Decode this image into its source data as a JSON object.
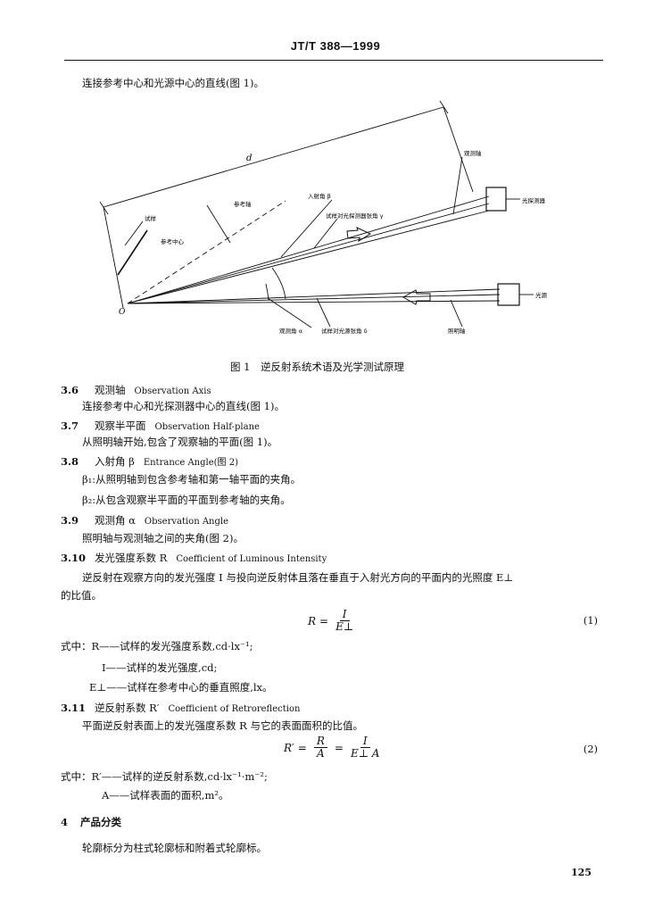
{
  "header": {
    "doc_code": "JT/T 388—1999"
  },
  "intro_line": "连接参考中心和光源中心的直线(图 1)。",
  "figure": {
    "caption": "图 1　逆反射系统术语及光学测试原理",
    "labels": {
      "d": "d",
      "observation_axis": "观测轴",
      "photometer": "光探测器",
      "reference_axis": "参考轴",
      "entrance_angle": "入射角 β",
      "sample": "试样",
      "sample_to_photometer": "试样对光探测器张角 γ",
      "reference_center": "参考中心",
      "origin": "O",
      "light_source": "光源",
      "observation_angle": "观测角 α",
      "sample_to_source": "试样对光源张角 δ",
      "illumination_axis": "照明轴"
    }
  },
  "sections": [
    {
      "num": "3.6",
      "title": "观测轴",
      "en": "Observation Axis",
      "body": [
        "连接参考中心和光探测器中心的直线(图 1)。"
      ]
    },
    {
      "num": "3.7",
      "title": "观察半平面",
      "en": "Observation Half-plane",
      "body": [
        "从照明轴开始,包含了观察轴的平面(图 1)。"
      ]
    },
    {
      "num": "3.8",
      "title": "入射角 β",
      "en": "Entrance Angle(图 2)",
      "body": [
        "β₁:从照明轴到包含参考轴和第一轴平面的夹角。",
        "β₂:从包含观察半平面的平面到参考轴的夹角。"
      ]
    },
    {
      "num": "3.9",
      "title": "观测角 α",
      "en": "Observation Angle",
      "body": [
        "照明轴与观测轴之间的夹角(图 2)。"
      ]
    },
    {
      "num": "3.10",
      "title": "发光强度系数 R",
      "en": "Coefficient of Luminous Intensity",
      "body": [
        "逆反射在观察方向的发光强度 I 与投向逆反射体且落在垂直于入射光方向的平面内的光照度 E⊥",
        "的比值。"
      ]
    }
  ],
  "eq1": {
    "lhs": "R",
    "num": "I",
    "den": "E⊥",
    "no": "(1)"
  },
  "where1": [
    "式中：R——试样的发光强度系数,cd·lx⁻¹;",
    "I——试样的发光强度,cd;",
    "E⊥——试样在参考中心的垂直照度,lx。"
  ],
  "sec311": {
    "num": "3.11",
    "title": "逆反射系数 R′",
    "en": "Coefficient of Retroreflection",
    "body": "平面逆反射表面上的发光强度系数 R 与它的表面面积的比值。"
  },
  "eq2": {
    "lhs": "R′",
    "num1": "R",
    "den1": "A",
    "num2": "I",
    "den2": "E⊥ A",
    "no": "(2)"
  },
  "where2": [
    "式中：R′——试样的逆反射系数,cd·lx⁻¹·m⁻²;",
    "A——试样表面的面积,m²。"
  ],
  "sec4": {
    "num": "4",
    "title": "产品分类",
    "body": "轮廓标分为柱式轮廓标和附着式轮廓标。"
  },
  "page_number": "125"
}
